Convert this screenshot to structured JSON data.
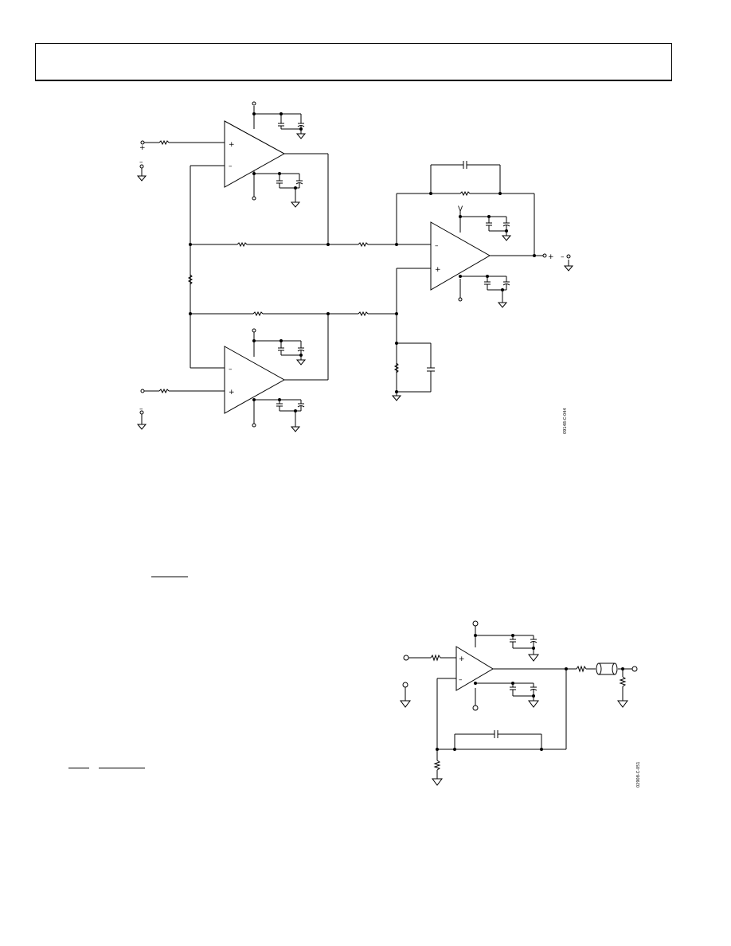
{
  "header": {
    "title": ""
  },
  "figure1": {
    "pin_labels": {
      "input_pos": "+",
      "input_neg": "–",
      "output_pos": "+",
      "output_neg": "–"
    },
    "opamp_signs": {
      "plus": "+",
      "minus": "–"
    },
    "supply_label": "V",
    "figure_code": "09148-C-044"
  },
  "figure2": {
    "opamp_signs": {
      "plus": "+",
      "minus": "–"
    },
    "figure_code": "02908-C-051"
  },
  "colors": {
    "ink": "#000000",
    "paper": "#ffffff"
  },
  "icons": [
    "op-amp-symbol",
    "resistor-symbol",
    "capacitor-symbol",
    "ground-symbol",
    "terminal-symbol",
    "coax-cable-symbol"
  ]
}
